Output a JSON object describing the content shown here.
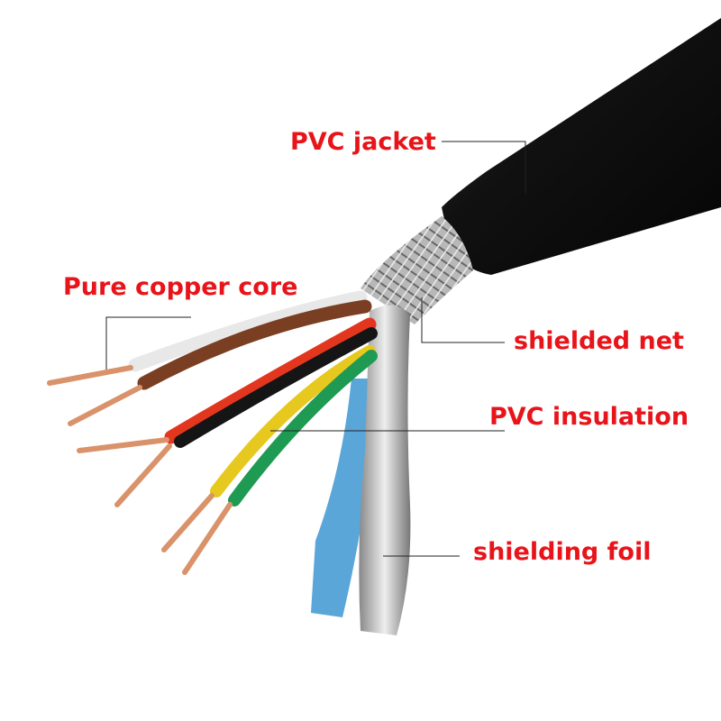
{
  "labels": {
    "jacket": "PVC jacket",
    "copper": "Pure copper core",
    "net": "shielded net",
    "insulation": "PVC insulation",
    "foil": "shielding foil"
  },
  "colors": {
    "label": "#e8141a",
    "jacket": "#151515",
    "copper": "#d9926a"
  }
}
